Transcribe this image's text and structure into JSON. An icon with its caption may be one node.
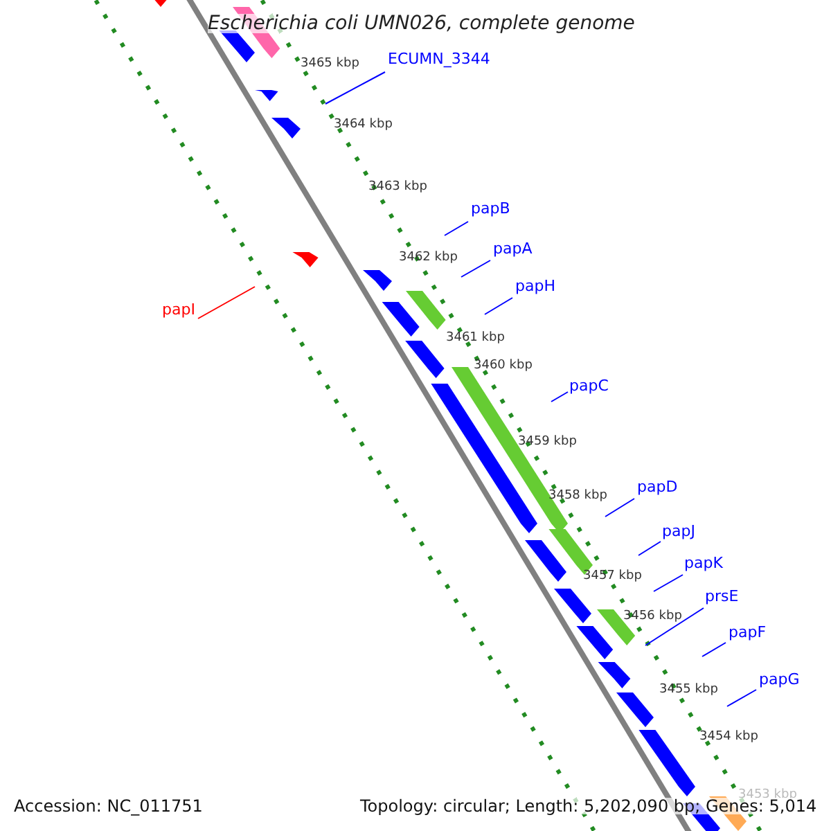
{
  "diagram": {
    "title": "Escherichia coli UMN026, complete genome",
    "nodes": [
      {
        "text": [
          "ECUMN_3344"
        ]
      },
      {
        "text": [
          "papB"
        ]
      },
      {
        "text": [
          "papA"
        ]
      },
      {
        "text": [
          "papI"
        ]
      },
      {
        "text": [
          "papH"
        ]
      },
      {
        "text": [
          "papC"
        ]
      },
      {
        "text": [
          "papD"
        ]
      },
      {
        "text": [
          "papJ"
        ]
      },
      {
        "text": [
          "papK"
        ]
      },
      {
        "text": [
          "prsE"
        ]
      },
      {
        "text": [
          "papF"
        ]
      },
      {
        "text": [
          "papG"
        ]
      }
    ],
    "edges": [
      {
        "from": 0,
        "to": null,
        "arrow": "none"
      },
      {
        "from": 1,
        "to": null,
        "arrow": "none"
      },
      {
        "from": 2,
        "to": null,
        "arrow": "none"
      },
      {
        "from": 3,
        "to": null,
        "arrow": "none",
        "color": "#ff0000"
      },
      {
        "from": 4,
        "to": null,
        "arrow": "none"
      },
      {
        "from": 5,
        "to": null,
        "arrow": "none"
      },
      {
        "from": 6,
        "to": null,
        "arrow": "none"
      },
      {
        "from": 7,
        "to": null,
        "arrow": "none"
      },
      {
        "from": 8,
        "to": null,
        "arrow": "none"
      },
      {
        "from": 9,
        "to": null,
        "arrow": "none"
      },
      {
        "from": 10,
        "to": null,
        "arrow": "none"
      },
      {
        "from": 11,
        "to": null,
        "arrow": "none"
      }
    ],
    "labels": [
      "3465 kbp",
      "3464 kbp",
      "3463 kbp",
      "3462 kbp",
      "3461 kbp",
      "3460 kbp",
      "3459 kbp",
      "3458 kbp",
      "3457 kbp",
      "3456 kbp",
      "3455 kbp",
      "3454 kbp",
      "3453 kbp",
      "Accession: NC_011751",
      "Topology: circular; Length: 5,202,090 bp; Genes: 5,014"
    ]
  }
}
